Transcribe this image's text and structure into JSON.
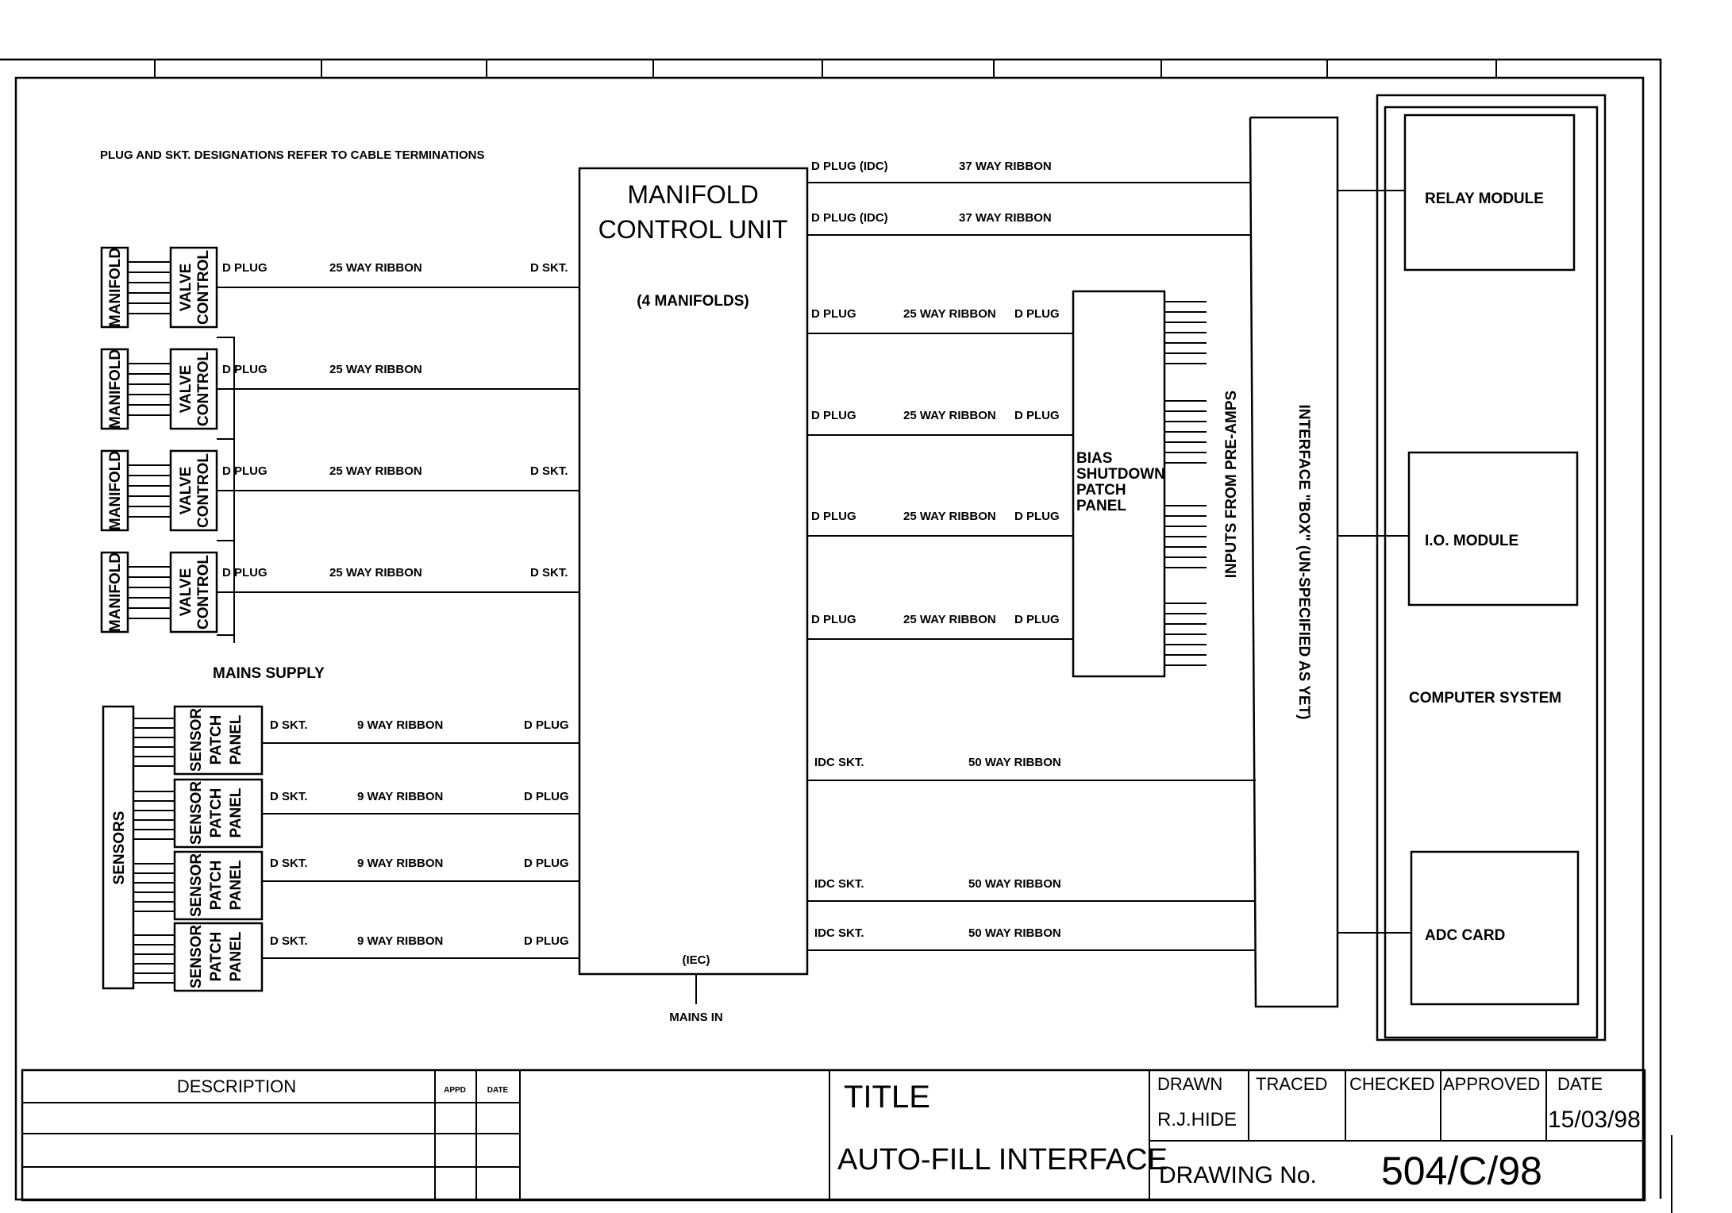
{
  "note": "PLUG AND SKT. DESIGNATIONS REFER TO CABLE TERMINATIONS",
  "mcu": {
    "line1": "MANIFOLD",
    "line2": "CONTROL  UNIT",
    "sub": "(4 MANIFOLDS)",
    "iec": "(IEC)",
    "mains_in": "MAINS IN"
  },
  "manifold_label": "MANIFOLD",
  "valve_line1": "VALVE",
  "valve_line2": "CONTROL",
  "manifold_cables": [
    {
      "left": "D PLUG",
      "mid": "25 WAY RIBBON",
      "right": "D SKT."
    },
    {
      "left": "D PLUG",
      "mid": "25 WAY RIBBON",
      "right": ""
    },
    {
      "left": "D PLUG",
      "mid": "25 WAY RIBBON",
      "right": "D SKT."
    },
    {
      "left": "D PLUG",
      "mid": "25 WAY RIBBON",
      "right": "D SKT."
    }
  ],
  "mains_supply": "MAINS SUPPLY",
  "sensors_label": "SENSORS",
  "sensor_panel": [
    "SENSOR",
    "PATCH",
    "PANEL"
  ],
  "sensor_cables": [
    {
      "left": "D SKT.",
      "mid": "9 WAY RIBBON",
      "right": "D PLUG"
    },
    {
      "left": "D SKT.",
      "mid": "9 WAY RIBBON",
      "right": "D PLUG"
    },
    {
      "left": "D SKT.",
      "mid": "9 WAY RIBBON",
      "right": "D PLUG"
    },
    {
      "left": "D SKT.",
      "mid": "9 WAY RIBBON",
      "right": "D PLUG"
    }
  ],
  "top_cables": [
    {
      "left": "D PLUG (IDC)",
      "mid": "37 WAY  RIBBON"
    },
    {
      "left": "D PLUG (IDC)",
      "mid": "37 WAY  RIBBON"
    }
  ],
  "bias_cables": [
    {
      "left": "D PLUG",
      "mid": "25 WAY RIBBON",
      "right": "D PLUG"
    },
    {
      "left": "D PLUG",
      "mid": "25 WAY RIBBON",
      "right": "D PLUG"
    },
    {
      "left": "D PLUG",
      "mid": "25 WAY RIBBON",
      "right": "D PLUG"
    },
    {
      "left": "D PLUG",
      "mid": "25 WAY RIBBON",
      "right": "D PLUG"
    }
  ],
  "bias_panel": [
    "BIAS",
    "SHUTDOWN",
    "PATCH",
    "PANEL"
  ],
  "inputs_label": "INPUTS FROM PRE-AMPS",
  "idc_cables": [
    {
      "left": "IDC SKT.",
      "mid": "50 WAY RIBBON"
    },
    {
      "left": "IDC SKT.",
      "mid": "50 WAY RIBBON"
    },
    {
      "left": "IDC SKT.",
      "mid": "50 WAY RIBBON"
    }
  ],
  "interface_box": "INTERFACE \"BOX\" (UN-SPECIFIED AS YET)",
  "computer": {
    "relay": "RELAY MODULE",
    "io": "I.O. MODULE",
    "system": "COMPUTER SYSTEM",
    "adc": "ADC CARD"
  },
  "title_block": {
    "description": "DESCRIPTION",
    "appd": "APPD",
    "date_small": "DATE",
    "title": "TITLE",
    "title_value": "AUTO-FILL INTERFACE",
    "drawn": "DRAWN",
    "drawn_value": "R.J.HIDE",
    "traced": "TRACED",
    "checked": "CHECKED",
    "approved": "APPROVED",
    "date": "DATE",
    "date_value": "15/03/98",
    "drawing_no_label": "DRAWING No.",
    "drawing_no_value": "504/C/98"
  }
}
